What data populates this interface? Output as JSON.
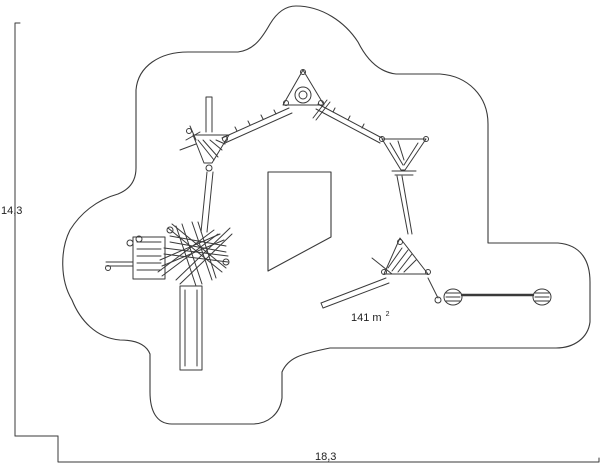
{
  "plan": {
    "dimension_height": "14,3",
    "dimension_width": "18,3",
    "area_value": "141 m",
    "area_unit_sup": "2"
  },
  "colors": {
    "line": "#3a3a3a",
    "background": "#ffffff"
  }
}
